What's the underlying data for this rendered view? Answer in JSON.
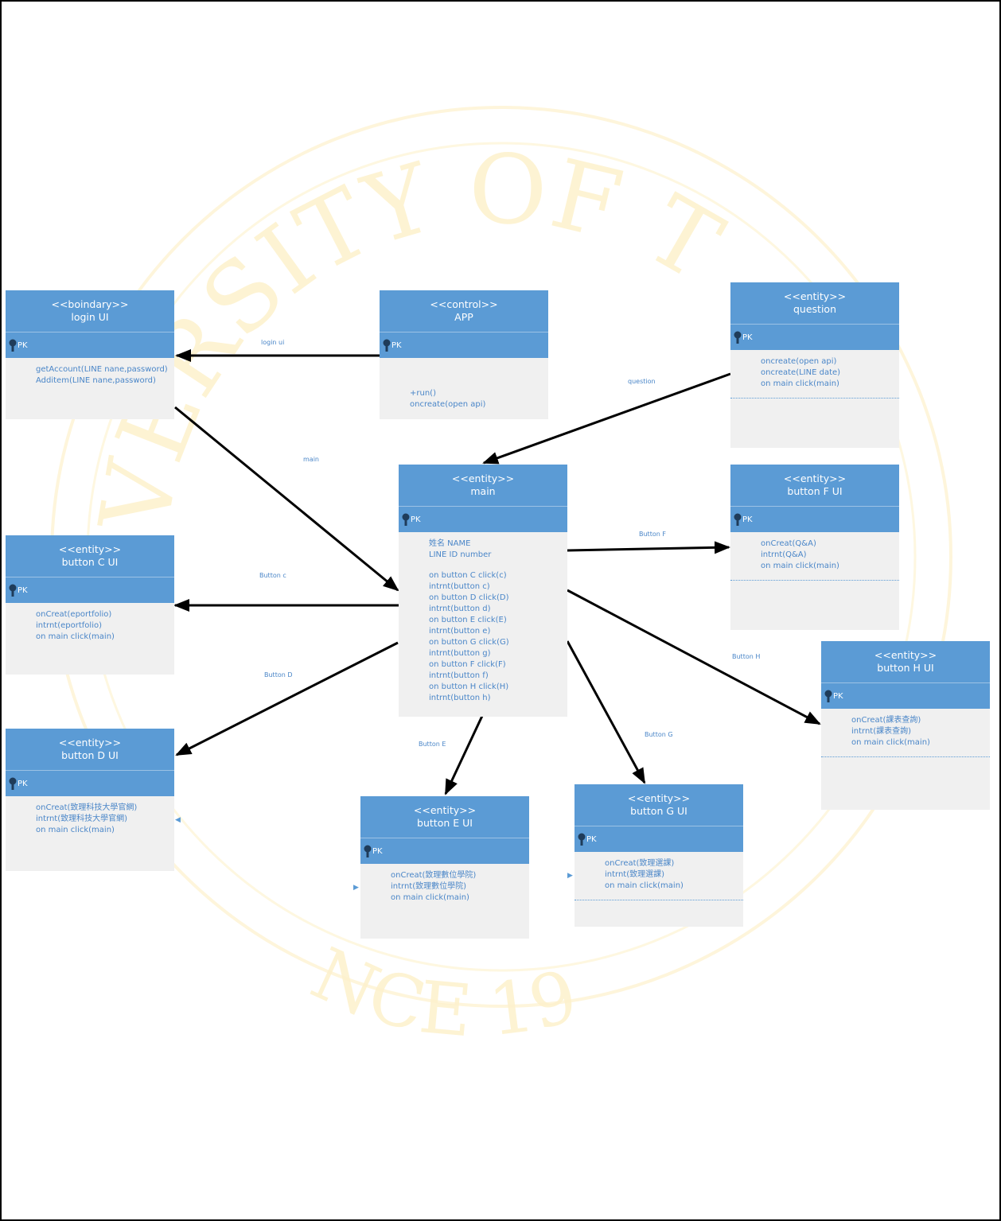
{
  "entities": {
    "login": {
      "stereotype": "<<boindary>>",
      "name": "login UI",
      "pk": "PK",
      "lines": [
        "getAccount(LINE nane,password)",
        "Additem(LINE nane,password)"
      ]
    },
    "app": {
      "stereotype": "<<control>>",
      "name": "APP",
      "pk": "PK",
      "lines": [
        "+run()",
        "oncreate(open api)"
      ]
    },
    "question": {
      "stereotype": "<<entity>>",
      "name": "question",
      "pk": "PK",
      "lines": [
        "oncreate(open api)",
        "oncreate(LINE date)",
        "on main click(main)"
      ]
    },
    "main": {
      "stereotype": "<<entity>>",
      "name": "main",
      "pk": "PK",
      "fields": [
        "姓名 NAME",
        "LINE  ID number"
      ],
      "lines": [
        "on button C click(c)",
        "intrnt(button c)",
        "on button D click(D)",
        "intrnt(button d)",
        "on button E click(E)",
        "intrnt(button e)",
        "on button  G click(G)",
        "intrnt(button g)",
        "on button  F click(F)",
        "intrnt(button f)",
        "on button H  click(H)",
        "intrnt(button h)"
      ]
    },
    "buttonF": {
      "stereotype": "<<entity>>",
      "name": "button F UI",
      "pk": "PK",
      "lines": [
        "onCreat(Q&A)",
        "intrnt(Q&A)",
        "on main click(main)"
      ]
    },
    "buttonC": {
      "stereotype": "<<entity>>",
      "name": "button C UI",
      "pk": "PK",
      "lines": [
        "onCreat(eportfolio)",
        "intrnt(eportfolio)",
        "on main click(main)"
      ]
    },
    "buttonH": {
      "stereotype": "<<entity>>",
      "name": "button H UI",
      "pk": "PK",
      "lines": [
        "onCreat(課表查詢)",
        "intrnt(課表查詢)",
        "on main click(main)"
      ]
    },
    "buttonD": {
      "stereotype": "<<entity>>",
      "name": "button D UI",
      "pk": "PK",
      "lines": [
        "onCreat(致理科技大學官網)",
        "intrnt(致理科技大學官網)",
        "on main click(main)"
      ]
    },
    "buttonE": {
      "stereotype": "<<entity>>",
      "name": "button E UI",
      "pk": "PK",
      "lines": [
        "onCreat(致理數位學院)",
        "intrnt(致理數位學院)",
        "on main click(main)"
      ]
    },
    "buttonG": {
      "stereotype": "<<entity>>",
      "name": "button G UI",
      "pk": "PK",
      "lines": [
        "onCreat(致理選課)",
        "intrnt(致理選課)",
        "on main click(main)"
      ]
    }
  },
  "arrow_labels": {
    "login": "login ui",
    "main": "main",
    "question": "question",
    "buttonF": "Button F",
    "buttonC": "Button c",
    "buttonD": "Button D",
    "buttonH": "Button H",
    "buttonE": "Button E",
    "buttonG": "Button G"
  },
  "watermark": {
    "top": "VERSITY OF T",
    "bottom": "NCE 19"
  },
  "colors": {
    "header": "#5b9bd5",
    "body": "#f0f0f0",
    "text": "#4a86c8",
    "arrow": "#000000",
    "watermark": "#fdf3d6"
  }
}
